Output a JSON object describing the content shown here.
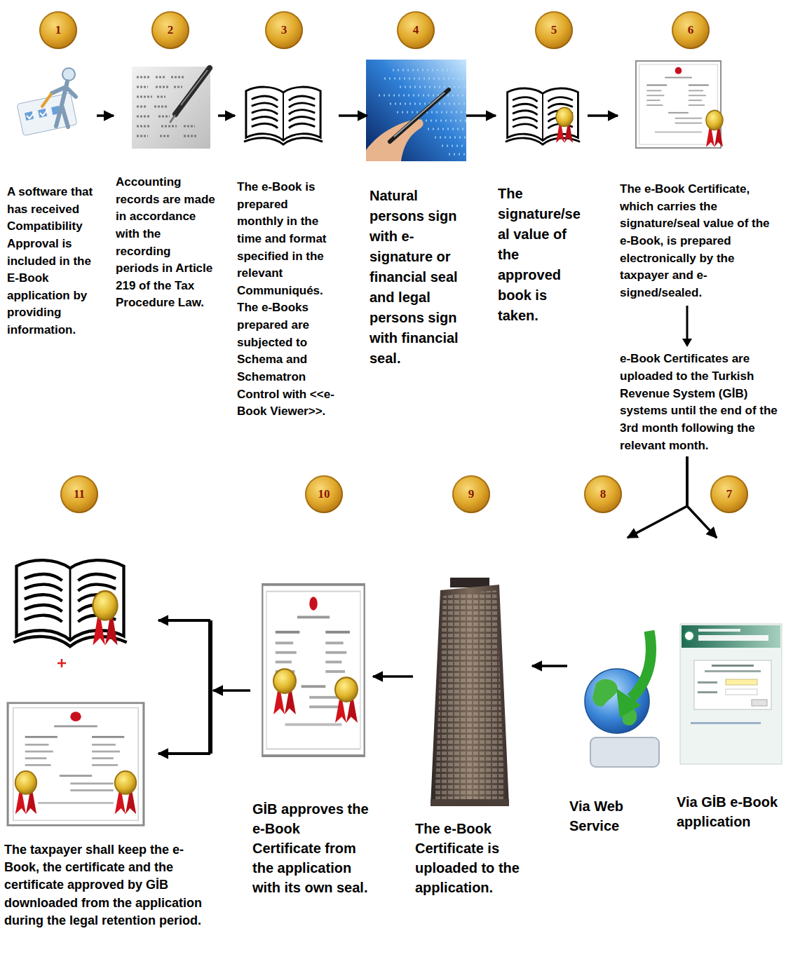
{
  "diagram": {
    "nodes": [
      {
        "text": [
          "1",
          "A software that has received Compatibility Approval is included in the E-Book application by providing information."
        ]
      },
      {
        "text": [
          "2",
          "Accounting records are made in accordance with the recording periods in Article 219 of the Tax Procedure Law."
        ]
      },
      {
        "text": [
          "3",
          "The e-Book is prepared monthly in the time and format specified in the relevant Communiqués. The e-Books prepared are subjected to Schema and Schematron Control with <<e-Book Viewer>>."
        ]
      },
      {
        "text": [
          "4",
          "Natural persons sign with e-signature or financial seal and legal persons sign with financial seal."
        ]
      },
      {
        "text": [
          "5",
          "The signature/seal value of the approved book is taken."
        ]
      },
      {
        "text": [
          "6",
          "The e-Book Certificate, which carries the signature/seal value of the e-Book, is prepared electronically by the taxpayer and e-signed/sealed.",
          "e-Book Certificates are uploaded to the Turkish Revenue System (GİB) systems until the end of the 3rd month following the relevant month."
        ]
      },
      {
        "text": [
          "7",
          "Via GİB e-Book application"
        ]
      },
      {
        "text": [
          "8",
          "Via Web Service"
        ]
      },
      {
        "text": [
          "9",
          "The e-Book Certificate is uploaded to the application."
        ]
      },
      {
        "text": [
          "10",
          "GİB approves the e-Book Certificate from the application with its own seal."
        ]
      },
      {
        "text": [
          "11",
          "The taxpayer shall keep the e-Book, the certificate and the certificate approved by GİB downloaded from the application during the legal retention period."
        ]
      }
    ],
    "edges": [
      {
        "from": 0,
        "to": 1,
        "arrow": "to"
      },
      {
        "from": 1,
        "to": 2,
        "arrow": "to"
      },
      {
        "from": 2,
        "to": 3,
        "arrow": "to"
      },
      {
        "from": 3,
        "to": 4,
        "arrow": "to"
      },
      {
        "from": 4,
        "to": 5,
        "arrow": "to"
      },
      {
        "from": 5,
        "to": 6,
        "arrow": "to"
      },
      {
        "from": 5,
        "to": 7,
        "arrow": "to"
      },
      {
        "from": 7,
        "to": 8,
        "arrow": "to"
      },
      {
        "from": 8,
        "to": 9,
        "arrow": "to"
      },
      {
        "from": 9,
        "to": 10,
        "arrow": "to"
      }
    ]
  }
}
